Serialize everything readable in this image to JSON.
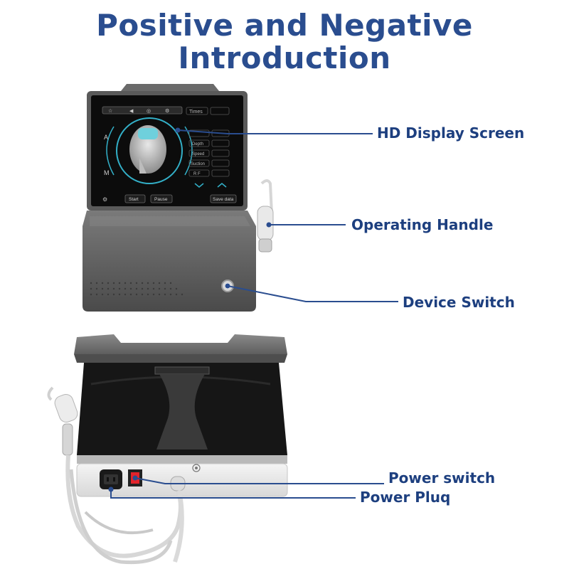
{
  "title": {
    "line1": "Positive and Negative",
    "line2": "Introduction"
  },
  "callouts": {
    "hd_display": "HD Display Screen",
    "operating_handle": "Operating Handle",
    "device_switch": "Device Switch",
    "power_switch": "Power switch",
    "power_plug": "Power Pluq"
  },
  "screen_ui": {
    "mode_a": "A",
    "mode_m": "M",
    "params": [
      "Times",
      "",
      "Depth",
      "Speed",
      "Suction",
      "R F"
    ],
    "buttons": {
      "start": "Start",
      "pause": "Pause",
      "save": "Save data"
    }
  },
  "colors": {
    "title_blue": "#2a4d8f",
    "callout_blue": "#1d3f7f",
    "device_gray": "#6b6b6b",
    "screen_black": "#0c0c0c",
    "accent_cyan": "#33b0c8"
  }
}
